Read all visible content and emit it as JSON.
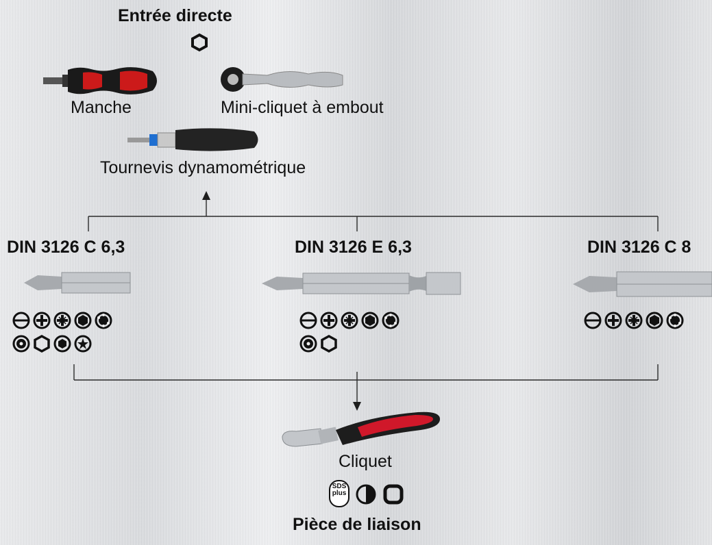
{
  "direct_entry": {
    "title": "Entrée directe",
    "icon": "hex-socket-icon"
  },
  "tools": {
    "handle": {
      "label": "Manche"
    },
    "mini_ratchet": {
      "label": "Mini-cliquet à embout"
    },
    "torque_screwdriver": {
      "label": "Tournevis dynamométrique"
    }
  },
  "bits": [
    {
      "label": "DIN 3126 C 6,3",
      "icons_row1": [
        "slot-icon",
        "phillips-icon",
        "pozidriv-icon",
        "hex-icon",
        "torx-icon"
      ],
      "icons_row2": [
        "torx-tamper-icon",
        "hex-socket-icon",
        "hex-solid-icon",
        "triwing-icon"
      ]
    },
    {
      "label": "DIN 3126 E 6,3",
      "icons_row1": [
        "slot-icon",
        "phillips-icon",
        "pozidriv-icon",
        "hex-icon",
        "torx-icon"
      ],
      "icons_row2": [
        "torx-tamper-icon",
        "hex-socket-icon"
      ]
    },
    {
      "label": "DIN 3126 C 8",
      "icons_row1": [
        "slot-icon",
        "phillips-icon",
        "pozidriv-icon",
        "hex-icon",
        "torx-icon"
      ]
    }
  ],
  "ratchet": {
    "label": "Cliquet",
    "icons": [
      "sds-plus-icon",
      "half-circle-icon",
      "square-drive-icon"
    ],
    "sds_text_1": "SDS",
    "sds_text_2": "plus"
  },
  "connector": {
    "label": "Pièce de liaison"
  }
}
